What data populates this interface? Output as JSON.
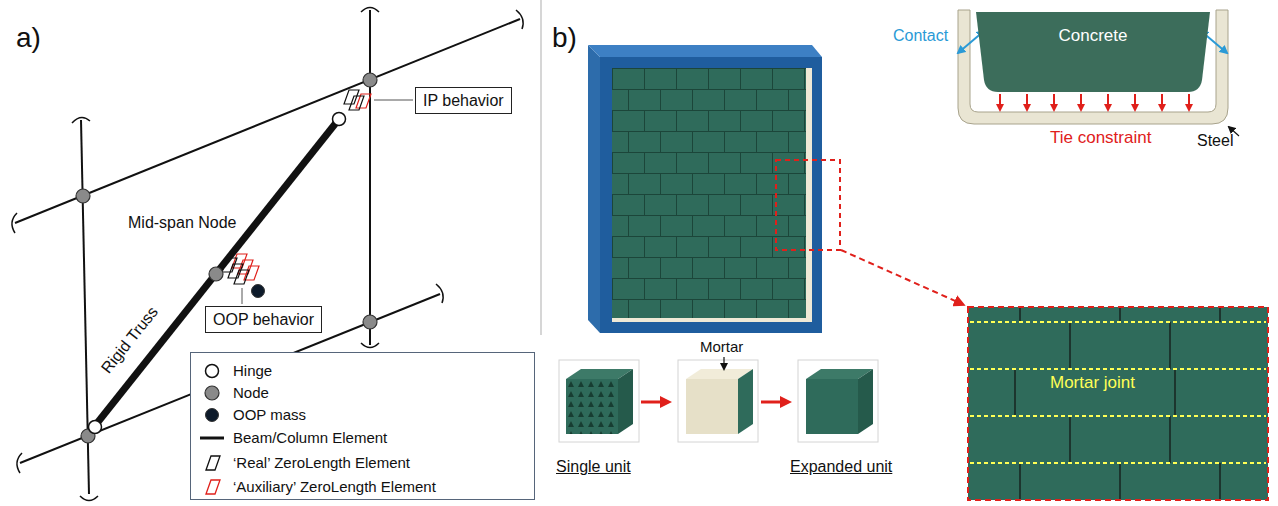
{
  "diagram": {
    "nodes": [
      {
        "text": [
          "IP behavior"
        ]
      },
      {
        "text": [
          "OOP behavior"
        ]
      },
      {
        "text": [
          "Concrete"
        ]
      }
    ],
    "labels": [
      "a)",
      "Mid-span Node",
      "Rigid Truss",
      "b)",
      "Contact",
      "Tie constraint",
      "Steel",
      "Mortar",
      "Single unit",
      "Expanded unit",
      "Mortar joint"
    ],
    "legend": [
      {
        "text": "Hinge"
      },
      {
        "text": "Node"
      },
      {
        "text": "OOP mass"
      },
      {
        "text": "Beam/Column Element"
      },
      {
        "text": "‘Real’ ZeroLength Element"
      },
      {
        "text": "‘Auxiliary’ ZeroLength Element"
      }
    ]
  }
}
